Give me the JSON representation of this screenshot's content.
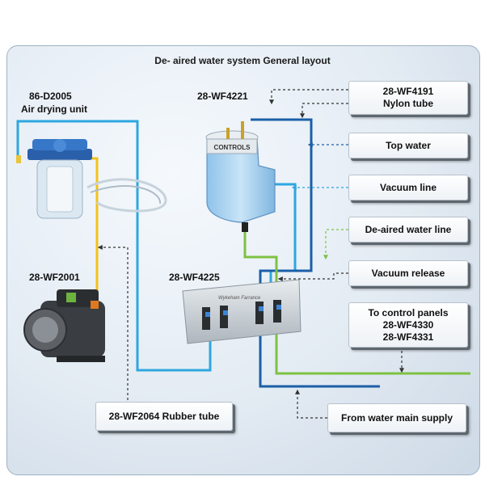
{
  "title": "De- aired water system General layout",
  "labels": {
    "air_drying_code": "86-D2005",
    "air_drying_name": "Air drying unit",
    "tank_code": "28-WF4221",
    "pump_code": "28-WF2001",
    "manifold_code": "28-WF4225"
  },
  "boxes": {
    "nylon_code": "28-WF4191",
    "nylon_name": "Nylon tube",
    "top_water": "Top water",
    "vacuum_line": "Vacuum line",
    "deaired_line": "De-aired water line",
    "vacuum_release": "Vacuum release",
    "control_panels": "To control panels",
    "panel_1": "28-WF4330",
    "panel_2": "28-WF4331",
    "rubber_tube": "28-WF2064 Rubber tube",
    "water_main": "From water main supply"
  },
  "device_text": {
    "tank_brand": "CONTROLS",
    "manifold_brand": "Wykeham Farrance"
  },
  "colors": {
    "nylon_tube": "#1b5fa8",
    "vacuum": "#2ea7e0",
    "deaired": "#7dc242",
    "rubber": "#f2c21a",
    "leader": "#333333"
  }
}
